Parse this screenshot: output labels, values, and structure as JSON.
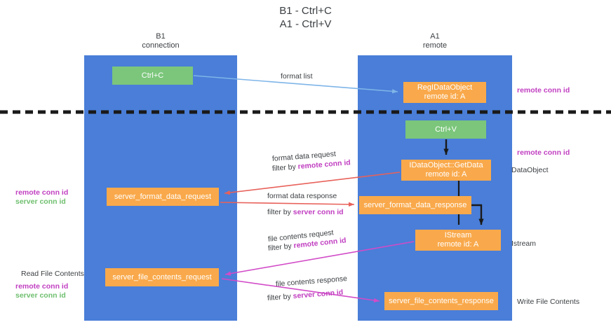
{
  "title": {
    "line1": "B1 - Ctrl+C",
    "line2": "A1 - Ctrl+V"
  },
  "lanes": [
    {
      "id": "b1",
      "name": "B1",
      "role": "connection",
      "color": "#4a7ed8"
    },
    {
      "id": "a1",
      "name": "A1",
      "role": "remote",
      "color": "#4a7ed8"
    }
  ],
  "divider": {
    "style": "dashed",
    "color": "#1a1a1a"
  },
  "colors": {
    "lane": "#4a7ed8",
    "green_node": "#7bc67b",
    "orange_node": "#f9a94b",
    "remote_conn_id": "#c13fc1",
    "server_conn_id": "#6fbf6f",
    "arrow_format_list": "#7fb5e8",
    "arrow_format_data": "#e8615a",
    "arrow_file_contents": "#d24bc8",
    "arrow_black": "#1a1a1a",
    "text": "#3c4043"
  },
  "nodes": {
    "ctrl_c": {
      "label": "Ctrl+C",
      "kind": "green"
    },
    "reg_dataobject": {
      "line1": "RegIDataObject",
      "line2": "remote id: A",
      "kind": "orange"
    },
    "ctrl_v": {
      "label": "Ctrl+V",
      "kind": "green"
    },
    "getdata": {
      "line1": "IDataObject::GetData",
      "line2": "remote id: A",
      "kind": "orange"
    },
    "server_format_data_request": {
      "label": "server_format_data_request",
      "kind": "orange"
    },
    "server_format_data_response": {
      "label": "server_format_data_response",
      "kind": "orange"
    },
    "istream": {
      "line1": "IStream",
      "line2": "remote id: A",
      "kind": "orange"
    },
    "server_file_contents_request": {
      "label": "server_file_contents_request",
      "kind": "orange"
    },
    "server_file_contents_response": {
      "label": "server_file_contents_response",
      "kind": "orange"
    }
  },
  "captions": {
    "format_list": "format list",
    "format_data_request": "format data request",
    "format_data_request_filter_prefix": "filter by ",
    "format_data_request_filter_key": "remote conn id",
    "format_data_response": "format data response",
    "format_data_response_filter_prefix": "filter by ",
    "format_data_response_filter_key": "server conn id",
    "file_contents_request": "file contents request",
    "file_contents_request_filter_prefix": "filter by ",
    "file_contents_request_filter_key": "remote conn id",
    "file_contents_response": "file contents response",
    "file_contents_response_filter_prefix": "filter by ",
    "file_contents_response_filter_key": "server conn id"
  },
  "left_gutter": {
    "remote_conn_id": "remote conn id",
    "server_conn_id": "server conn id",
    "read_file_contents": "Read File Contents",
    "remote_conn_id_2": "remote conn id",
    "server_conn_id_2": "server conn id"
  },
  "right_gutter": {
    "remote_conn_id_top": "remote conn id",
    "remote_conn_id_mid": "remote conn id",
    "dataobject": "DataObject",
    "istream": "Istream",
    "write_file_contents": "Write File Contents"
  }
}
